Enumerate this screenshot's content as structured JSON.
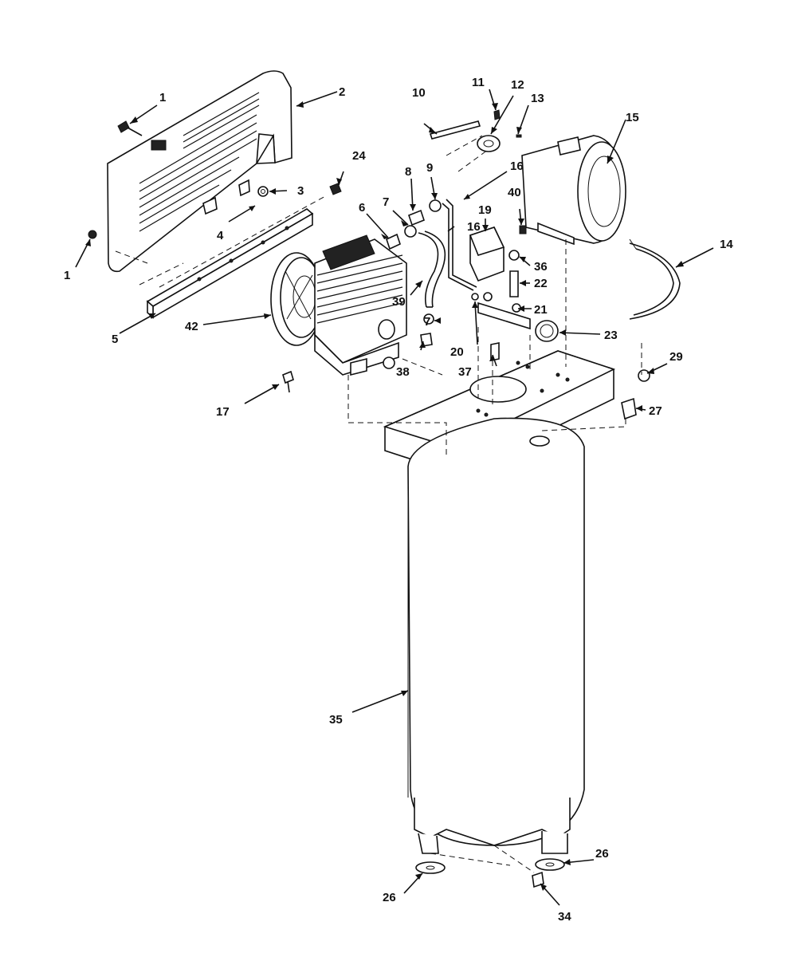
{
  "callouts": {
    "c1a": "1",
    "c1b": "1",
    "c2": "2",
    "c3": "3",
    "c4": "4",
    "c5": "5",
    "c6": "6",
    "c7a": "7",
    "c7b": "7",
    "c8": "8",
    "c9": "9",
    "c10": "10",
    "c11": "11",
    "c12": "12",
    "c13": "13",
    "c14": "14",
    "c15": "15",
    "c16a": "16",
    "c16b": "16",
    "c17": "17",
    "c19": "19",
    "c20": "20",
    "c21": "21",
    "c22": "22",
    "c23": "23",
    "c24": "24",
    "c26a": "26",
    "c26b": "26",
    "c27": "27",
    "c29": "29",
    "c34": "34",
    "c35": "35",
    "c36": "36",
    "c37": "37",
    "c38": "38",
    "c39": "39",
    "c40": "40",
    "c42": "42"
  }
}
